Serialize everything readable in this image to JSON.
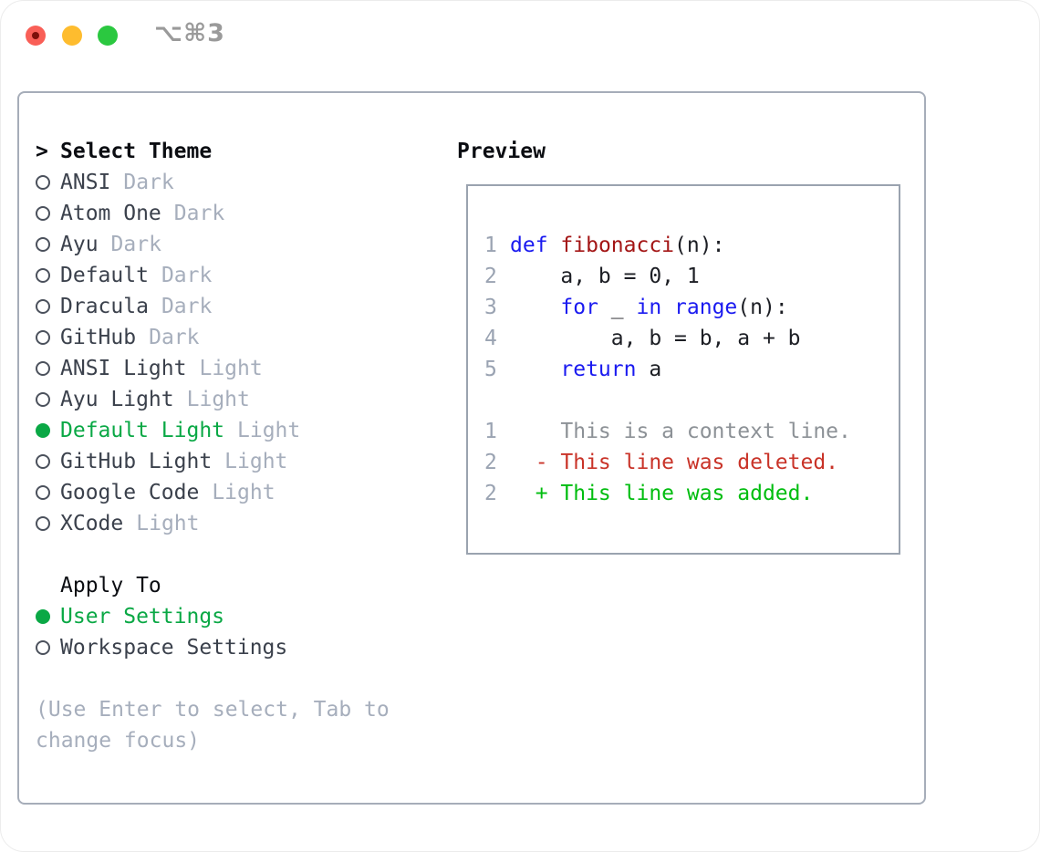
{
  "titlebar": {
    "shortcut": "⌥⌘3",
    "buttons": [
      "close",
      "minimize",
      "zoom"
    ]
  },
  "theme_picker": {
    "prompt": ">",
    "title": "Select Theme",
    "items": [
      {
        "label": "ANSI",
        "variant": "Dark",
        "selected": false
      },
      {
        "label": "Atom One",
        "variant": "Dark",
        "selected": false
      },
      {
        "label": "Ayu",
        "variant": "Dark",
        "selected": false
      },
      {
        "label": "Default",
        "variant": "Dark",
        "selected": false
      },
      {
        "label": "Dracula",
        "variant": "Dark",
        "selected": false
      },
      {
        "label": "GitHub",
        "variant": "Dark",
        "selected": false
      },
      {
        "label": "ANSI Light",
        "variant": "Light",
        "selected": false
      },
      {
        "label": "Ayu Light",
        "variant": "Light",
        "selected": false
      },
      {
        "label": "Default Light",
        "variant": "Light",
        "selected": true
      },
      {
        "label": "GitHub Light",
        "variant": "Light",
        "selected": false
      },
      {
        "label": "Google Code",
        "variant": "Light",
        "selected": false
      },
      {
        "label": "XCode",
        "variant": "Light",
        "selected": false
      }
    ],
    "apply_to": {
      "title": "Apply To",
      "options": [
        {
          "label": "User Settings",
          "selected": true
        },
        {
          "label": "Workspace Settings",
          "selected": false
        }
      ]
    },
    "hint_line1": "(Use Enter to select, Tab to",
    "hint_line2": "change focus)"
  },
  "preview": {
    "title": "Preview",
    "code_lines": [
      {
        "num": "1",
        "segments": [
          [
            "def",
            "k"
          ],
          [
            " ",
            "t"
          ],
          [
            "fibonacci",
            "f"
          ],
          [
            "(n):",
            "t"
          ]
        ]
      },
      {
        "num": "2",
        "segments": [
          [
            "    a, b = 0, 1",
            "t"
          ]
        ]
      },
      {
        "num": "3",
        "segments": [
          [
            "    ",
            "t"
          ],
          [
            "for",
            "k"
          ],
          [
            " _ ",
            "t"
          ],
          [
            "in",
            "k"
          ],
          [
            " ",
            "t"
          ],
          [
            "range",
            "k"
          ],
          [
            "(n):",
            "t"
          ]
        ]
      },
      {
        "num": "4",
        "segments": [
          [
            "        a, b = b, a + b",
            "t"
          ]
        ]
      },
      {
        "num": "5",
        "segments": [
          [
            "    ",
            "t"
          ],
          [
            "return",
            "k"
          ],
          [
            " a",
            "t"
          ]
        ]
      }
    ],
    "diff_lines": [
      {
        "num": "1",
        "kind": "context",
        "text": "    This is a context line."
      },
      {
        "num": "2",
        "kind": "deleted",
        "text": "  - This line was deleted."
      },
      {
        "num": "2",
        "kind": "added",
        "text": "  + This line was added."
      }
    ]
  },
  "colors": {
    "selection-green": "#0aa845",
    "traffic-red": "#f95f57",
    "traffic-red-dot": "#7d100a",
    "traffic-yellow": "#febc2e",
    "traffic-green": "#2bc840",
    "shortcut-gray": "#9a9a9a",
    "panel-border": "#a6adb9",
    "preview-border": "#9aa3af",
    "header-text": "#0b0d12",
    "item-text": "#3b414c",
    "muted": "#a6aebc",
    "keyword-blue": "#1a1af0",
    "func-red": "#a31515",
    "code-text": "#1c1e24",
    "lineno": "#9aa3b2",
    "diff-context": "#8c9196",
    "diff-deleted": "#c93328",
    "diff-added": "#00bd0f"
  }
}
